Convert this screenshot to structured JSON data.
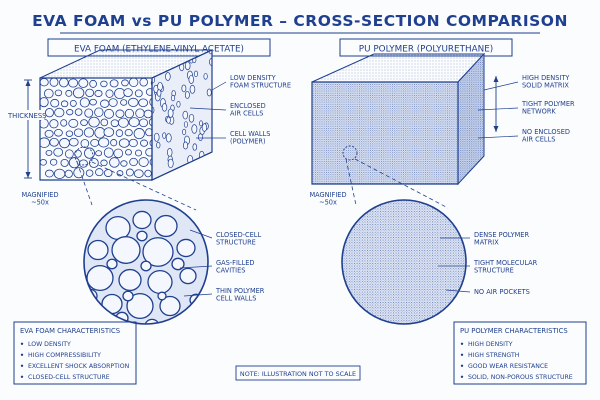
{
  "title": "EVA FOAM vs PU POLYMER – CROSS-SECTION COMPARISON",
  "eva": {
    "header": "EVA FOAM (ETHYLENE-VINYL ACETATE)",
    "thickness_label": "THICKNESS",
    "labels": [
      "LOW DENSITY|FOAM STRUCTURE",
      "ENCLOSED|AIR CELLS",
      "CELL WALLS|(POLYMER)"
    ],
    "magnified": "MAGNIFIED|~50x",
    "circle_labels": [
      "CLOSED-CELL|STRUCTURE",
      "GAS-FILLED|CAVITIES",
      "THIN POLYMER|CELL WALLS"
    ],
    "characteristics_title": "EVA FOAM CHARACTERISTICS",
    "characteristics": [
      "LOW DENSITY",
      "HIGH COMPRESSIBILITY",
      "EXCELLENT SHOCK ABSORPTION",
      "CLOSED-CELL STRUCTURE"
    ]
  },
  "pu": {
    "header": "PU POLYMER (POLYURETHANE)",
    "labels": [
      "HIGH DENSITY|SOLID MATRIX",
      "TIGHT POLYMER|NETWORK",
      "NO ENCLOSED|AIR CELLS"
    ],
    "magnified": "MAGNIFIED|~50x",
    "circle_labels": [
      "DENSE POLYMER|MATRIX",
      "TIGHT MOLECULAR|STRUCTURE",
      "NO AIR POCKETS"
    ],
    "characteristics_title": "PU POLYMER CHARACTERISTICS",
    "characteristics": [
      "HIGH DENSITY",
      "HIGH STRENGTH",
      "GOOD WEAR RESISTANCE",
      "SOLID, NON-POROUS STRUCTURE"
    ]
  },
  "note": "NOTE: ILLUSTRATION NOT TO SCALE",
  "colors": {
    "ink": "#1f3f8f",
    "paper": "#fbfcfe"
  }
}
